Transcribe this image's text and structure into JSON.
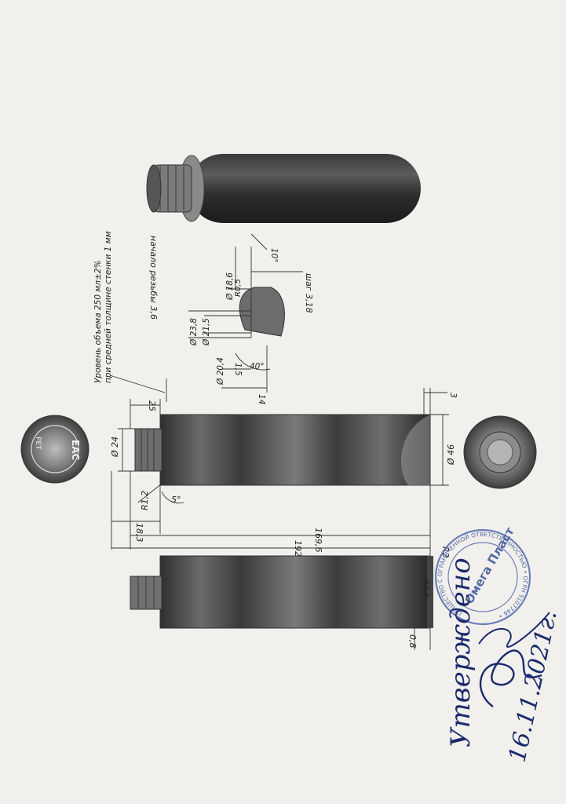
{
  "note": {
    "line1": "Уровень объема 250 мл±2%",
    "line2": "при средней толщине стенки 1 мм"
  },
  "thread_detail": {
    "start": "начало резьбы 3,6",
    "pitch": "шаг 3,18",
    "angle_top": "10°",
    "d_18_6": "Ø 18,6",
    "r_0_5": "R0,5",
    "d_21_5": "Ø 21,5",
    "d_23_8": "Ø 23,8",
    "d_20_4": "Ø 20,4",
    "v_1_5": "1,5",
    "angle_40": "40°",
    "v_14": "14"
  },
  "main_view": {
    "v_25": "25",
    "d_24": "Ø 24",
    "r_1_2": "R1,2",
    "angle_5": "5°",
    "v_3": "3",
    "d_46": "Ø 46",
    "v_18_3": "18,3",
    "v_169_6": "169,6",
    "v_192": "192"
  },
  "lower_view": {
    "r_2": "R2",
    "r_2_5": "R2,5",
    "v_0_8": "0,8"
  },
  "top_cap": {
    "eac_mark": "ЕАС",
    "recycle_mark": "PET"
  },
  "stamp": {
    "name": "Омега Пласт",
    "ring_text": "ОБЩЕСТВО С ОГРАНИЧЕННОЙ ОТВЕТСТВЕННОСТЬЮ • ОГРН 5107746 • "
  },
  "approval": {
    "word": "Утверждено",
    "date": "16.11.2021г."
  },
  "colors": {
    "paper": "#f1f0ec",
    "ink": "#222222",
    "stamp": "#5a6fb0",
    "signature": "#1c2a6e"
  }
}
